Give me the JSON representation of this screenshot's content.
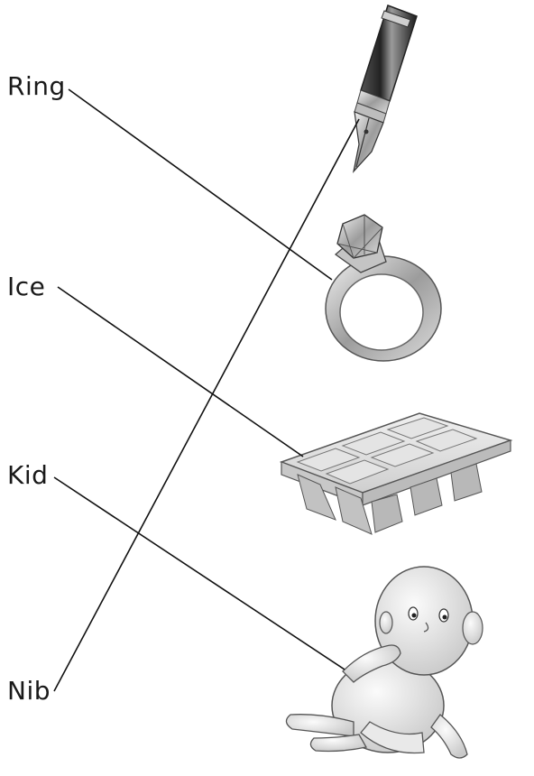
{
  "words": {
    "ring": "Ring",
    "ice": "Ice",
    "kid": "Kid",
    "nib": "Nib"
  },
  "pictures": [
    "fountain-pen-nib",
    "diamond-ring",
    "ice-cube-tray",
    "baby"
  ],
  "matches": [
    {
      "word": "Ring",
      "picture": "diamond-ring"
    },
    {
      "word": "Ice",
      "picture": "ice-cube-tray"
    },
    {
      "word": "Kid",
      "picture": "baby"
    },
    {
      "word": "Nib",
      "picture": "fountain-pen-nib"
    }
  ],
  "colors": {
    "ink": "#1a1a1a",
    "line": "#111111"
  }
}
